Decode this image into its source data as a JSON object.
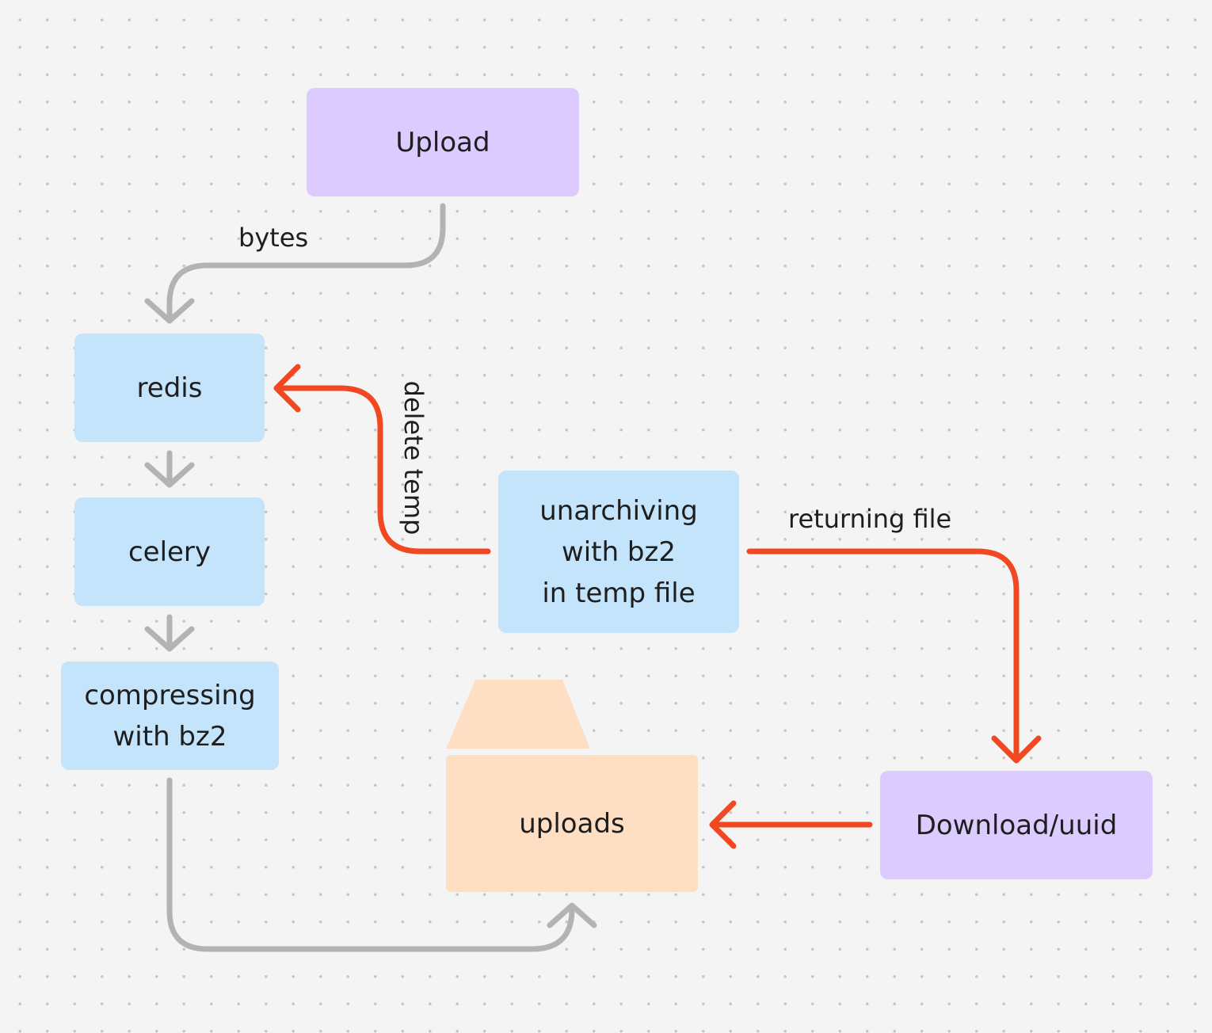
{
  "nodes": {
    "upload": "Upload",
    "redis": "redis",
    "celery": "celery",
    "compressing": [
      "compressing",
      "with bz2"
    ],
    "unarchiving": [
      "unarchiving",
      "with bz2",
      "in temp file"
    ],
    "uploads": "uploads",
    "download": "Download/uuid"
  },
  "edges": {
    "bytes": "bytes",
    "delete_temp": "delete temp",
    "returning_file": "returning file"
  },
  "colors": {
    "background": "#f4f4f4",
    "grid_dot": "#c6c6c6",
    "node_purple": "#dccbff",
    "node_blue": "#c4e4fc",
    "folder_peach": "#ffdfc4",
    "arrow_gray": "#b3b3b3",
    "arrow_red": "#f24822"
  }
}
